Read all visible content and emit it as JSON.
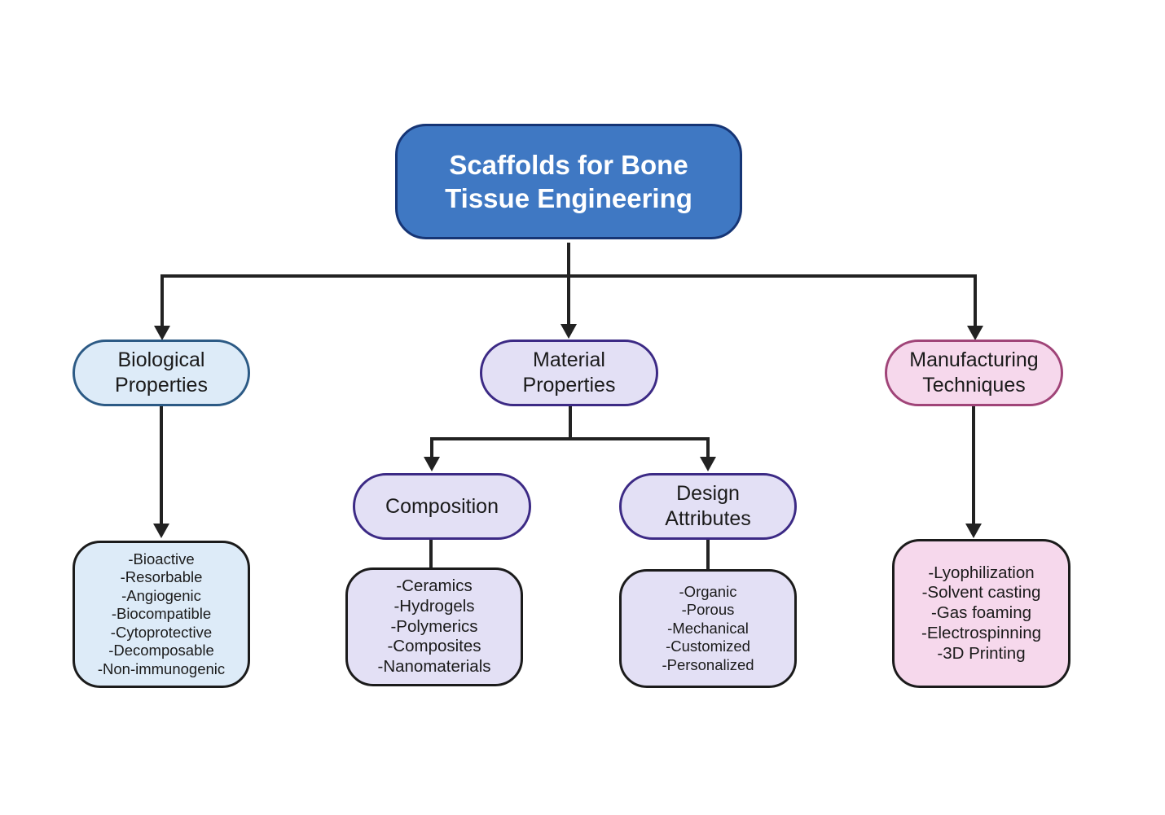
{
  "root": {
    "title_line1": "Scaffolds for Bone",
    "title_line2": "Tissue Engineering"
  },
  "categories": {
    "biological": {
      "line1": "Biological",
      "line2": "Properties"
    },
    "material": {
      "line1": "Material",
      "line2": "Properties"
    },
    "manufacturing": {
      "line1": "Manufacturing",
      "line2": "Techniques"
    }
  },
  "subcategories": {
    "composition": {
      "label": "Composition"
    },
    "design": {
      "line1": "Design",
      "line2": "Attributes"
    }
  },
  "lists": {
    "biological": [
      "-Bioactive",
      "-Resorbable",
      "-Angiogenic",
      "-Biocompatible",
      "-Cytoprotective",
      "-Decomposable",
      "-Non-immunogenic"
    ],
    "composition": [
      "-Ceramics",
      "-Hydrogels",
      "-Polymerics",
      "-Composites",
      "-Nanomaterials"
    ],
    "design": [
      "-Organic",
      "-Porous",
      "-Mechanical",
      "-Customized",
      "-Personalized"
    ],
    "manufacturing": [
      "-Lyophilization",
      "-Solvent casting",
      "-Gas foaming",
      "-Electrospinning",
      "-3D Printing"
    ]
  },
  "colors": {
    "root_fill": "#3f78c3",
    "root_border": "#163575",
    "blue_fill": "#ddebf8",
    "blue_border": "#2c5a85",
    "purple_fill": "#e3e0f5",
    "purple_border": "#3c2a85",
    "pink_fill": "#f6d8ec",
    "pink_border": "#a04478",
    "connector": "#222222"
  }
}
